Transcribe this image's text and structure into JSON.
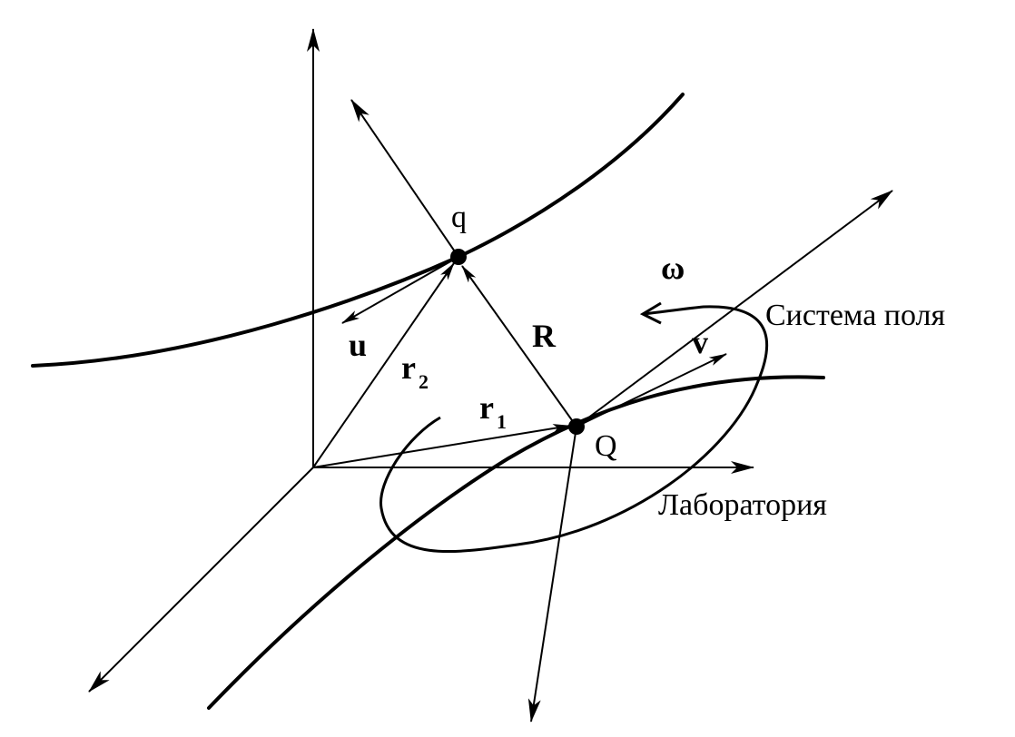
{
  "labels": {
    "q": "q",
    "Q": "Q",
    "R": "R",
    "r2": "r",
    "r2_sub": "2",
    "r1": "r",
    "r1_sub": "1",
    "u": "u",
    "v": "v",
    "omega": "ω",
    "field_system": "Система поля",
    "laboratory": "Лаборатория"
  },
  "colors": {
    "ink": "#000000",
    "background": "#ffffff"
  }
}
